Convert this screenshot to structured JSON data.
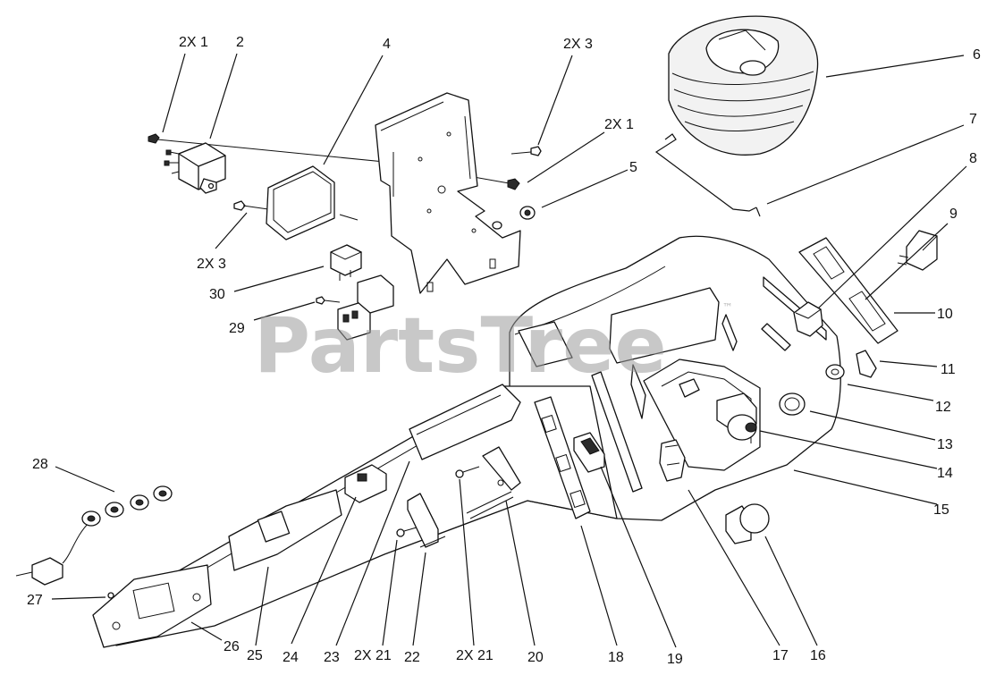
{
  "watermark": {
    "text": "PartsTree",
    "trademark": "™"
  },
  "callouts": [
    {
      "id": "c-2x1-a",
      "label": "2X 1"
    },
    {
      "id": "c-2",
      "label": "2"
    },
    {
      "id": "c-4",
      "label": "4"
    },
    {
      "id": "c-2x3-a",
      "label": "2X 3"
    },
    {
      "id": "c-6",
      "label": "6"
    },
    {
      "id": "c-2x1-b",
      "label": "2X 1"
    },
    {
      "id": "c-5",
      "label": "5"
    },
    {
      "id": "c-7",
      "label": "7"
    },
    {
      "id": "c-8",
      "label": "8"
    },
    {
      "id": "c-9",
      "label": "9"
    },
    {
      "id": "c-2x3-b",
      "label": "2X 3"
    },
    {
      "id": "c-30",
      "label": "30"
    },
    {
      "id": "c-29",
      "label": "29"
    },
    {
      "id": "c-10",
      "label": "10"
    },
    {
      "id": "c-11",
      "label": "11"
    },
    {
      "id": "c-12",
      "label": "12"
    },
    {
      "id": "c-13",
      "label": "13"
    },
    {
      "id": "c-14",
      "label": "14"
    },
    {
      "id": "c-15",
      "label": "15"
    },
    {
      "id": "c-28",
      "label": "28"
    },
    {
      "id": "c-27",
      "label": "27"
    },
    {
      "id": "c-26",
      "label": "26"
    },
    {
      "id": "c-25",
      "label": "25"
    },
    {
      "id": "c-24",
      "label": "24"
    },
    {
      "id": "c-23",
      "label": "23"
    },
    {
      "id": "c-2x21-a",
      "label": "2X 21"
    },
    {
      "id": "c-22",
      "label": "22"
    },
    {
      "id": "c-2x21-b",
      "label": "2X 21"
    },
    {
      "id": "c-20",
      "label": "20"
    },
    {
      "id": "c-18",
      "label": "18"
    },
    {
      "id": "c-19",
      "label": "19"
    },
    {
      "id": "c-17",
      "label": "17"
    },
    {
      "id": "c-16",
      "label": "16"
    }
  ]
}
